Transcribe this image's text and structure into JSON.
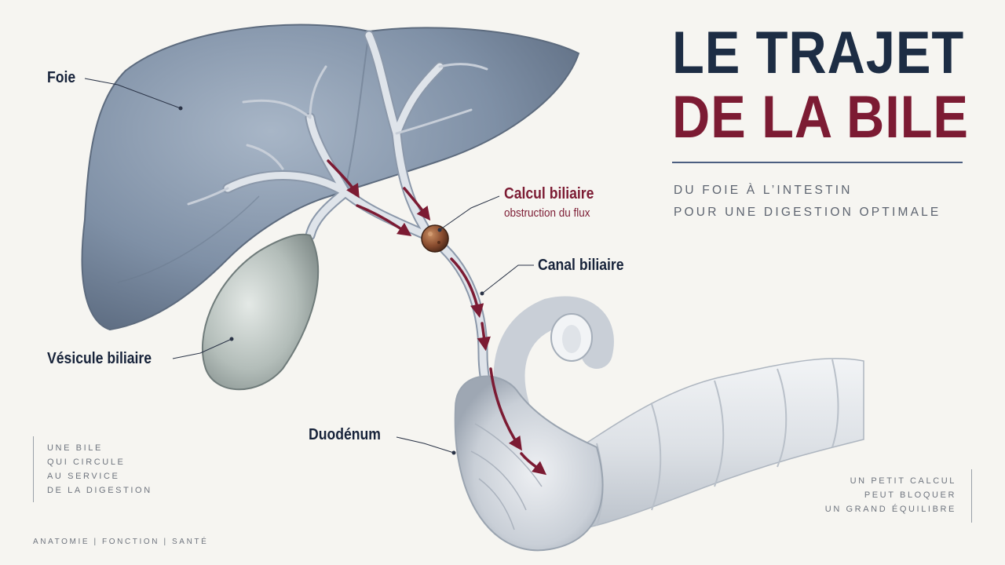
{
  "title": {
    "line1": "LE TRAJET",
    "line2": "DE LA BILE",
    "subtitle_line1": "DU FOIE À L’INTESTIN",
    "subtitle_line2": "POUR UNE DIGESTION OPTIMALE"
  },
  "labels": {
    "liver": "Foie",
    "gallbladder": "Vésicule biliaire",
    "gallstone": "Calcul biliaire",
    "gallstone_note": "obstruction du flux",
    "bile_duct": "Canal biliaire",
    "duodenum": "Duodénum"
  },
  "side_left": [
    "UNE BILE",
    "QUI CIRCULE",
    "AU SERVICE",
    "DE LA DIGESTION"
  ],
  "side_right": [
    "UN PETIT CALCUL",
    "PEUT BLOQUER",
    "UN GRAND ÉQUILIBRE"
  ],
  "footer": "ANATOMIE   |   FONCTION   |   SANTÉ",
  "colors": {
    "navy": "#1d2d44",
    "burgundy": "#7c1b33",
    "liver": "#7f90a6",
    "gallbladder": "#b3bdb9",
    "intestine": "#dde1e6",
    "background": "#f6f5f1"
  },
  "icons": [
    "flow-arrow-icon",
    "gallstone-icon"
  ]
}
